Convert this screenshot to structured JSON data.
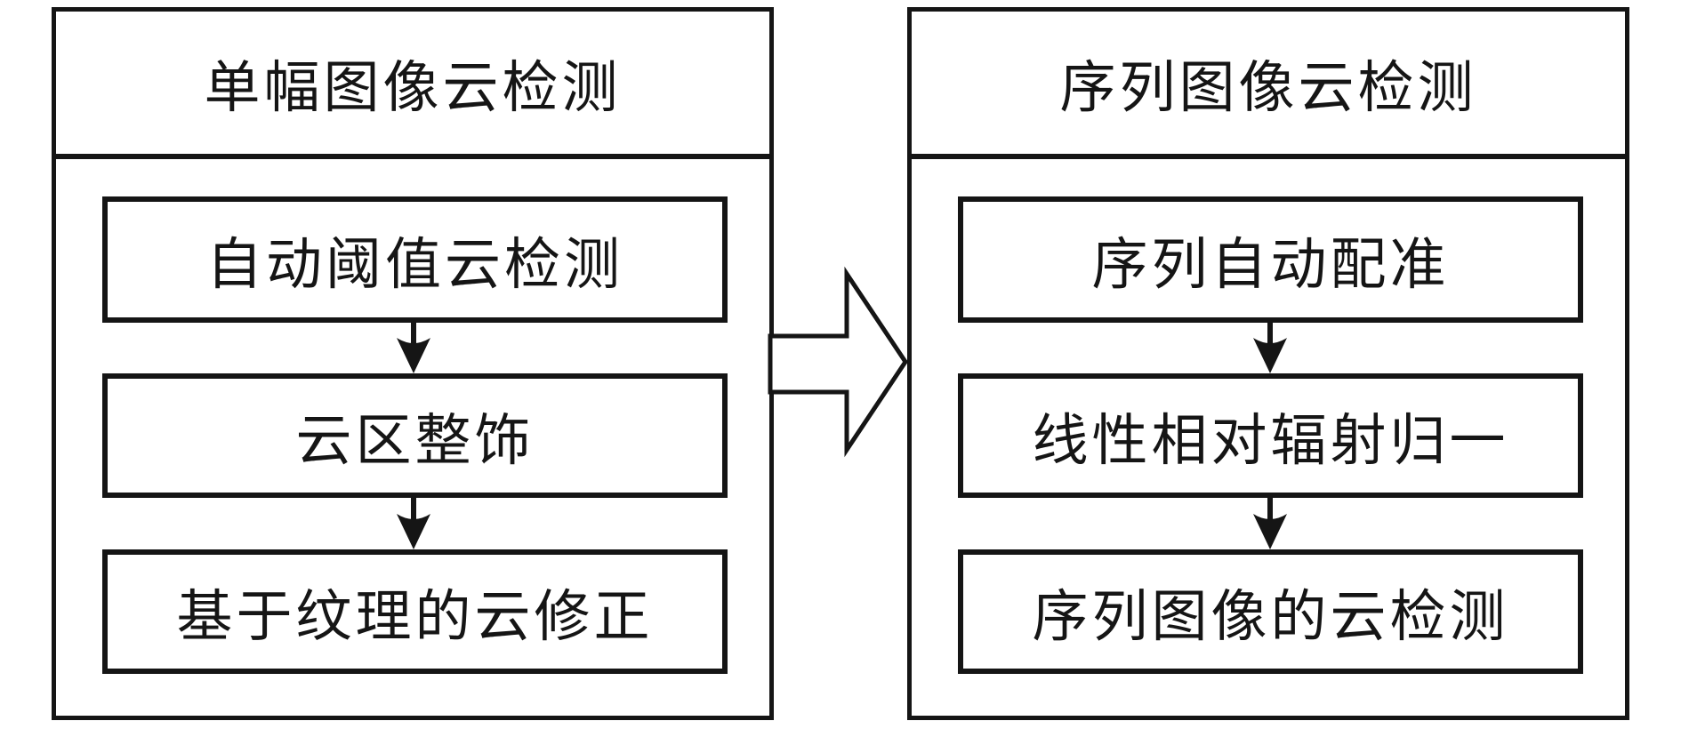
{
  "diagram": {
    "title_semantics": "cloud detection workflow flowchart",
    "left_panel": {
      "title": "单幅图像云检测",
      "steps": [
        "自动阈值云检测",
        "云区整饰",
        "基于纹理的云修正"
      ]
    },
    "right_panel": {
      "title": "序列图像云检测",
      "steps": [
        "序列自动配准",
        "线性相对辐射归一",
        "序列图像的云检测"
      ]
    },
    "connectors": {
      "step_connector_icon": "down-arrow-icon",
      "panel_connector_icon": "flow-right-arrow-icon",
      "panel_connector_direction": "left-panel to right-panel"
    },
    "colors": {
      "line": "#151515",
      "background": "#ffffff"
    }
  }
}
